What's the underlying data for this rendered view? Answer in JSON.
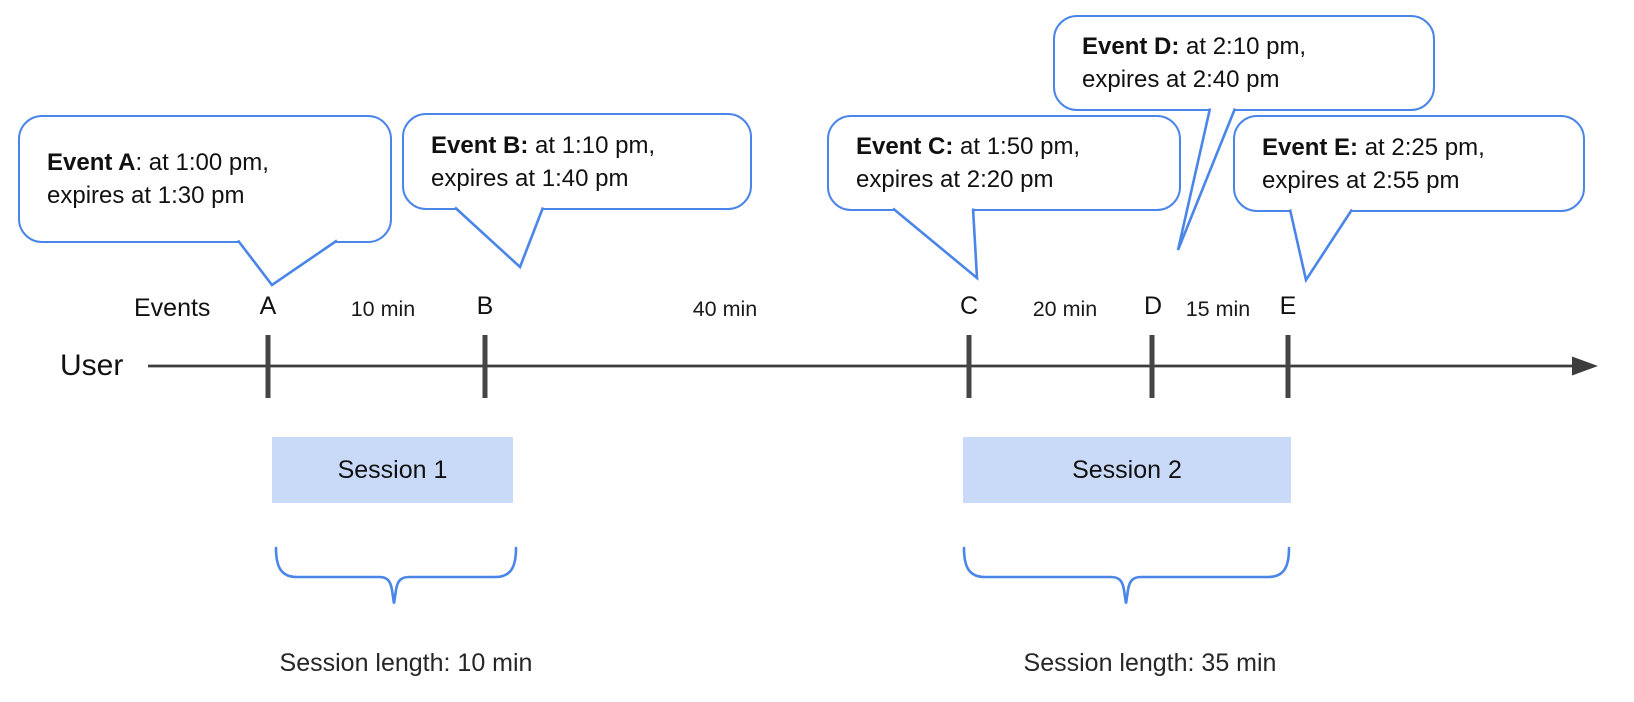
{
  "diagram": {
    "timeline": {
      "axis_label": "User",
      "events_label": "Events"
    },
    "events": [
      {
        "id": "A",
        "bubble_bold": "Event A",
        "bubble_rest": ": at 1:00 pm,",
        "bubble_line2": "expires at 1:30 pm"
      },
      {
        "id": "B",
        "bubble_bold": "Event B:",
        "bubble_rest": " at 1:10 pm,",
        "bubble_line2": "expires at 1:40 pm"
      },
      {
        "id": "C",
        "bubble_bold": "Event C:",
        "bubble_rest": " at 1:50 pm,",
        "bubble_line2": "expires at 2:20 pm"
      },
      {
        "id": "D",
        "bubble_bold": "Event D:",
        "bubble_rest": " at 2:10 pm,",
        "bubble_line2": "expires at 2:40 pm"
      },
      {
        "id": "E",
        "bubble_bold": "Event E:",
        "bubble_rest": " at 2:25 pm,",
        "bubble_line2": "expires at 2:55 pm"
      }
    ],
    "intervals": [
      {
        "label": "10 min"
      },
      {
        "label": "40 min"
      },
      {
        "label": "20 min"
      },
      {
        "label": "15 min"
      }
    ],
    "sessions": [
      {
        "label": "Session 1",
        "length_label": "Session length: 10 min"
      },
      {
        "label": "Session 2",
        "length_label": "Session length: 35 min"
      }
    ],
    "colors": {
      "accent_blue": "#4a86e8",
      "session_fill": "#c9daf8",
      "line_dark": "#3d3d3d",
      "text": "#111111"
    }
  }
}
